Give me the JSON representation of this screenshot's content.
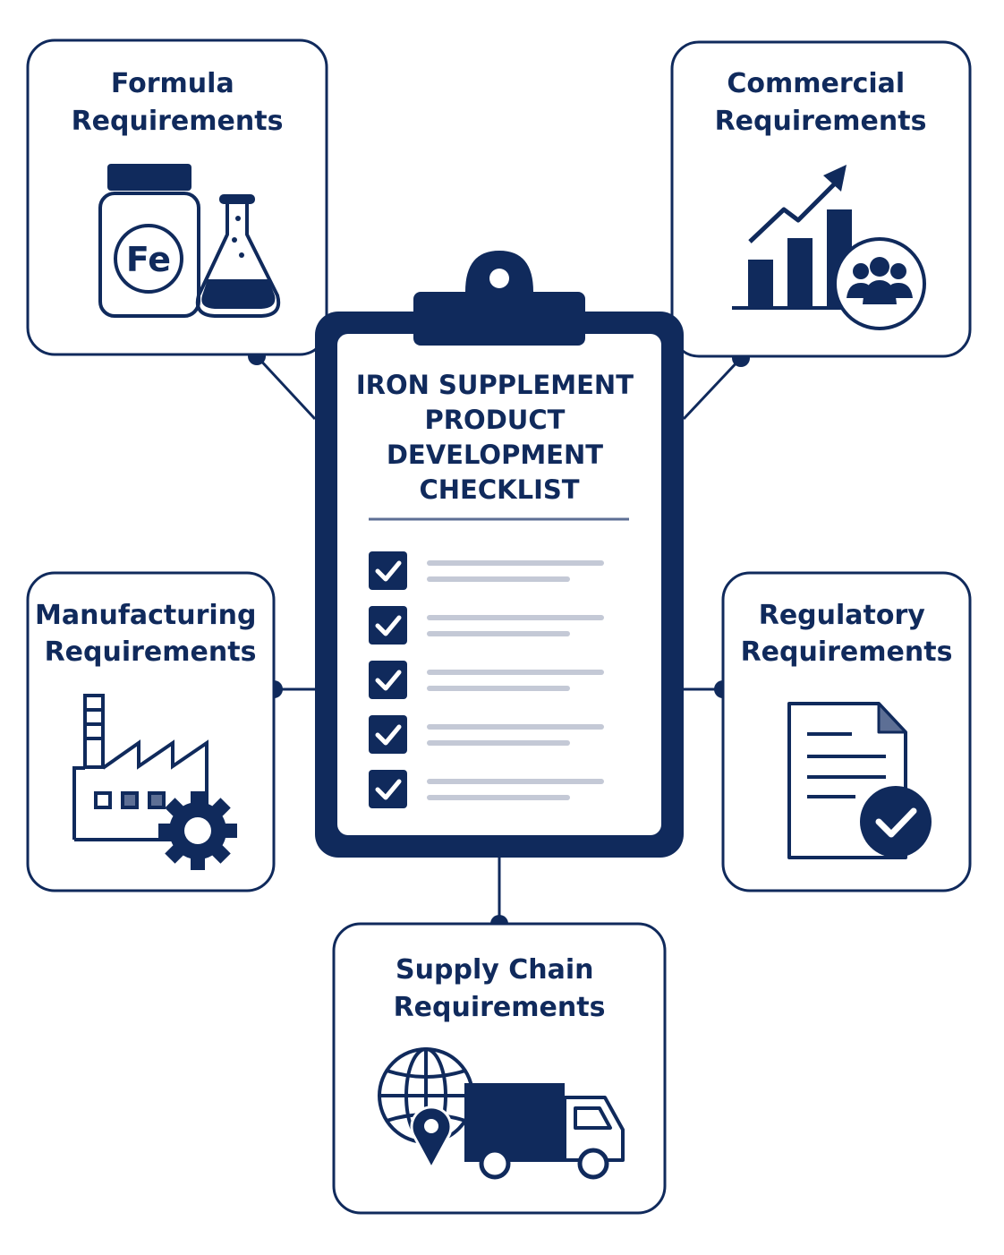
{
  "center": {
    "title_lines": [
      "IRON SUPPLEMENT",
      "PRODUCT",
      "DEVELOPMENT",
      "CHECKLIST"
    ],
    "checklist_count": 5
  },
  "cards": {
    "formula": {
      "title_lines": [
        "Formula",
        "Requirements"
      ],
      "icon_label": "Fe"
    },
    "commercial": {
      "title_lines": [
        "Commercial",
        "Requirements"
      ]
    },
    "manufacturing": {
      "title_lines": [
        "Manufacturing",
        "Requirements"
      ]
    },
    "regulatory": {
      "title_lines": [
        "Regulatory",
        "Requirements"
      ]
    },
    "supply_chain": {
      "title_lines": [
        "Supply Chain",
        "Requirements"
      ]
    }
  },
  "colors": {
    "navy": "#102a5c",
    "checklist_line": "#c4c9d6",
    "background": "#ffffff"
  },
  "icons": {
    "formula": [
      "supplement-bottle-icon",
      "flask-icon"
    ],
    "commercial": [
      "growth-chart-icon",
      "team-icon"
    ],
    "manufacturing": [
      "factory-icon",
      "gear-icon"
    ],
    "regulatory": [
      "document-icon",
      "approval-check-icon"
    ],
    "supply_chain": [
      "globe-icon",
      "location-pin-icon",
      "delivery-truck-icon"
    ]
  }
}
